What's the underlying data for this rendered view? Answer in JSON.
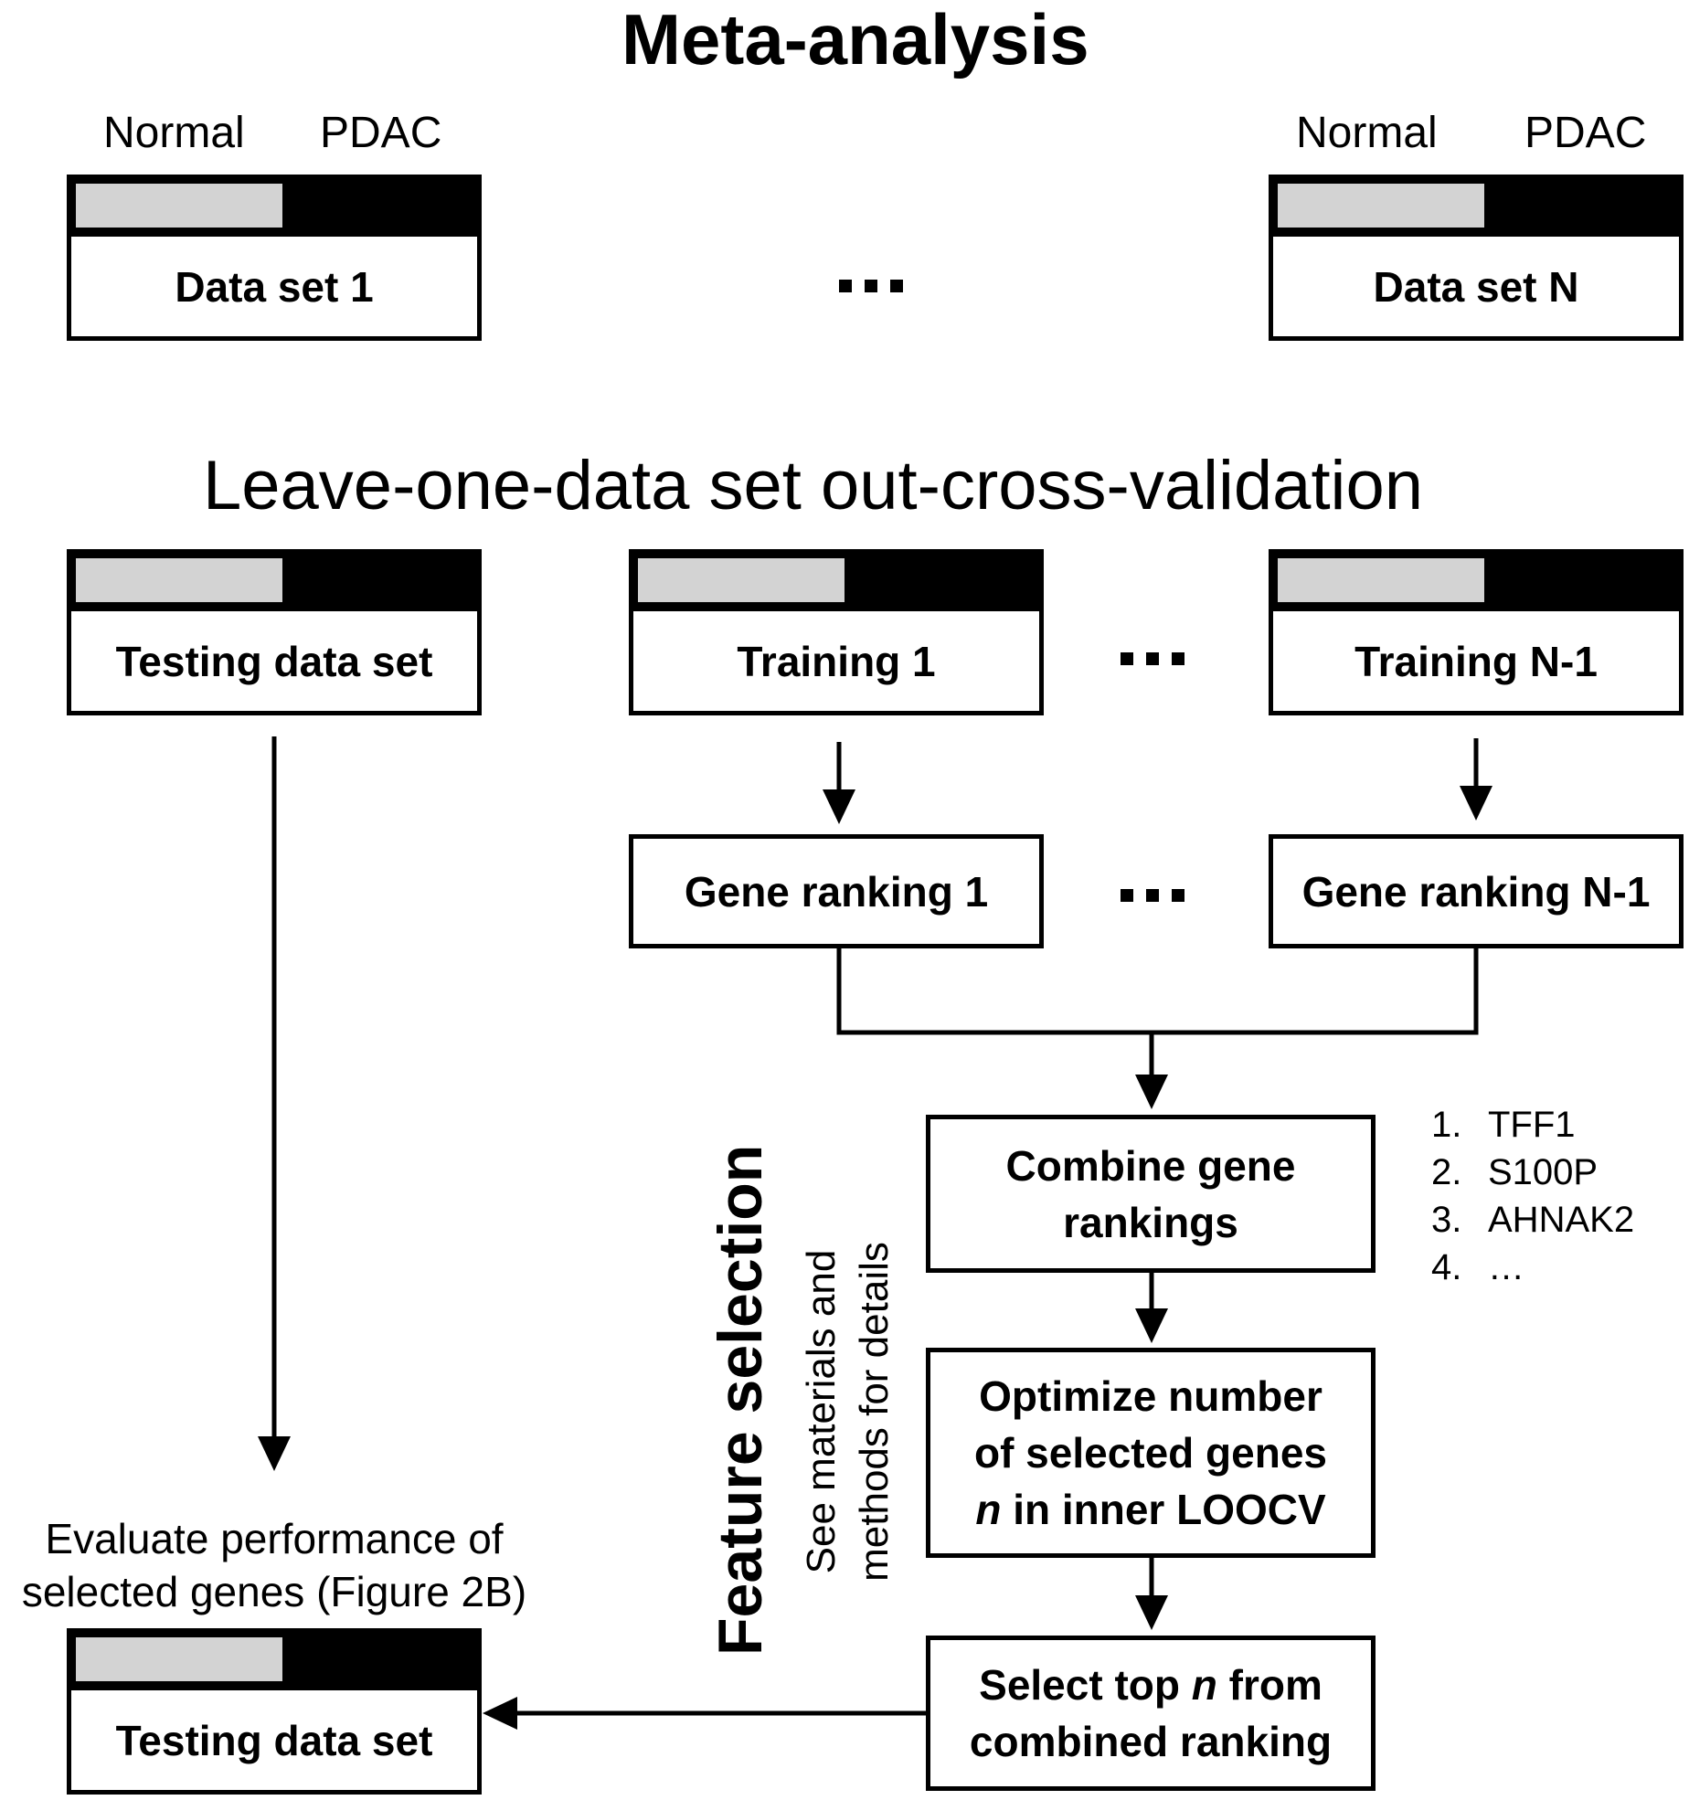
{
  "meta_title": "Meta-analysis",
  "loocv_title": "Leave-one-data set out-cross-validation",
  "labels": {
    "normal": "Normal",
    "pdac": "PDAC"
  },
  "datasets": {
    "data_set_1": "Data set 1",
    "data_set_n": "Data set N",
    "testing_top": "Testing data set",
    "training_1": "Training 1",
    "training_n1": "Training N-1",
    "testing_bottom": "Testing data set"
  },
  "gene_ranking": {
    "one": "Gene ranking 1",
    "n1": "Gene ranking N-1"
  },
  "steps": {
    "combine_line1": "Combine gene",
    "combine_line2": "rankings",
    "optimize_line1": "Optimize number",
    "optimize_line2": "of selected genes",
    "optimize_line3_var": "n",
    "optimize_line3_rest": " in inner LOOCV",
    "select_line1_pre": "Select top ",
    "select_line1_var": "n",
    "select_line1_post": " from",
    "select_line2": "combined ranking"
  },
  "ranked_genes": [
    {
      "num": "1.",
      "gene": "TFF1"
    },
    {
      "num": "2.",
      "gene": "S100P"
    },
    {
      "num": "3.",
      "gene": "AHNAK2"
    },
    {
      "num": "4.",
      "gene": "…"
    }
  ],
  "feature_selection": "Feature selection",
  "note_line1": "See materials and",
  "note_line2": "methods for details",
  "evaluate_line1": "Evaluate performance of",
  "evaluate_line2": "selected genes (Figure 2B)"
}
